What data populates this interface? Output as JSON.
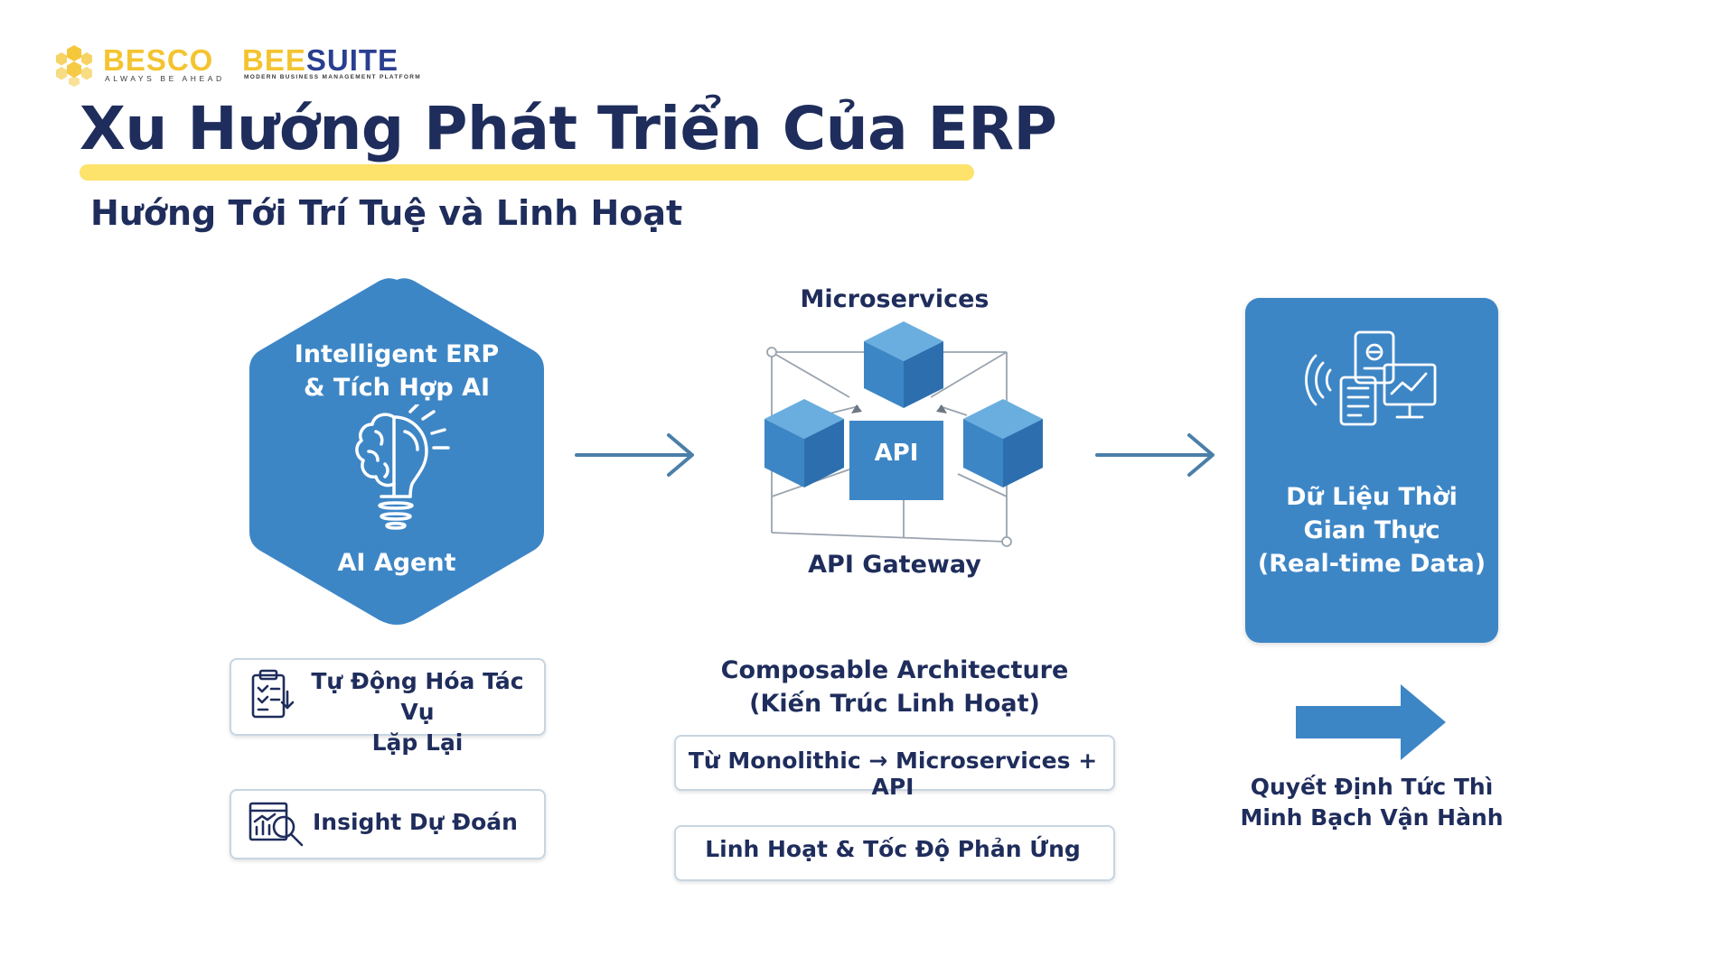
{
  "header": {
    "brand1": "BESCO",
    "brand1_tagline": "ALWAYS BE AHEAD",
    "brand2_part1": "BEE",
    "brand2_part2": "SUITE",
    "brand2_tagline": "MODERN BUSINESS MANAGEMENT PLATFORM"
  },
  "title": "Xu Hướng Phát Triển Của ERP",
  "subtitle": "Hướng Tới Trí Tuệ và Linh Hoạt",
  "intelligent": {
    "title_line1": "Intelligent ERP",
    "title_line2": "& Tích Hợp AI",
    "bottom": "AI Agent",
    "cards": {
      "automation_line1": "Tự Động Hóa Tác Vụ",
      "automation_line2": "Lặp Lại",
      "insight": "Insight Dự Đoán"
    }
  },
  "architecture": {
    "top_label": "Microservices",
    "center_label": "API",
    "bottom_label": "API Gateway",
    "composable_line1": "Composable Architecture",
    "composable_line2": "(Kiến Trúc Linh Hoạt)",
    "card1": "Từ Monolithic → Microservices + API",
    "card2": "Linh Hoạt & Tốc Độ Phản Ứng"
  },
  "realtime": {
    "line1": "Dữ Liệu Thời",
    "line2": "Gian Thực",
    "line3": "(Real-time Data)",
    "decision_line1": "Quyết Định Tức Thì",
    "decision_line2": "Minh Bạch Vận Hành"
  },
  "colors": {
    "primary_blue": "#3d86c6",
    "navy_text": "#1f2d5c",
    "brand_yellow": "#f4c430",
    "highlight_yellow": "#fde26b"
  }
}
